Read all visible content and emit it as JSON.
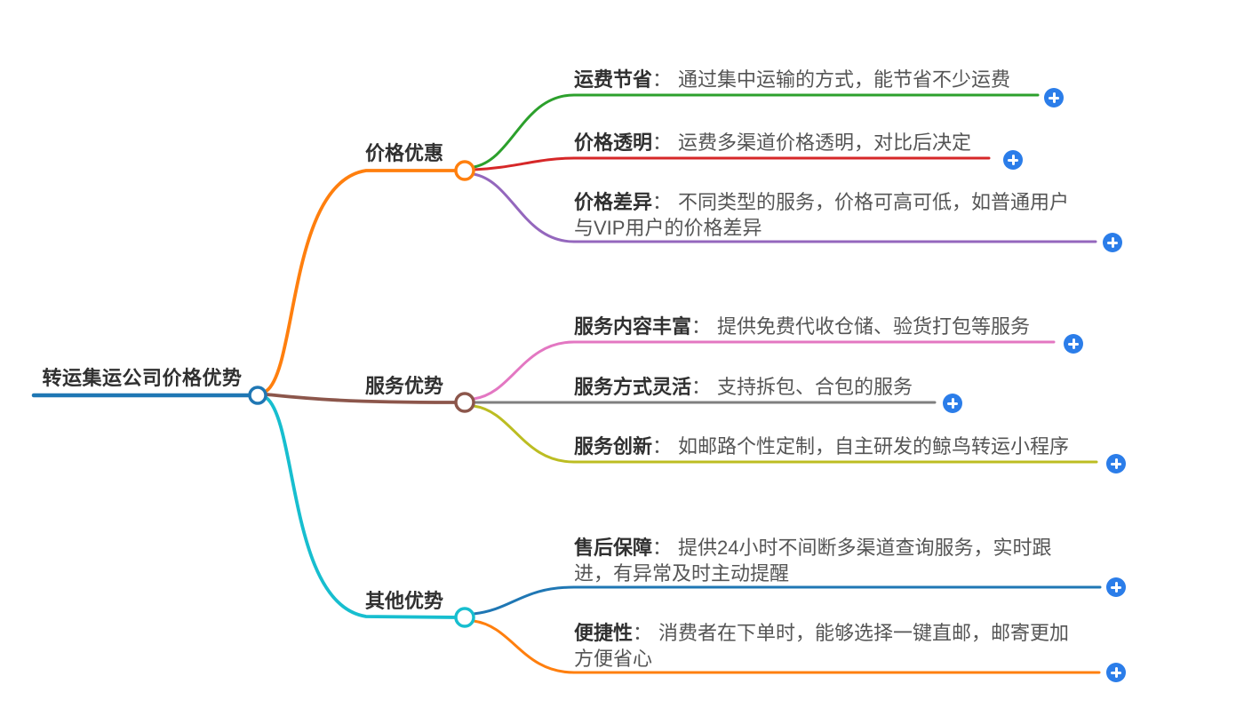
{
  "root": {
    "label": "转运集运公司价格优势",
    "color": "#1f77b4"
  },
  "strings": {
    "colon": "："
  },
  "ui": {
    "plus_button_color": "#2b7de9",
    "plus_icon": "plus",
    "background_color": "#ffffff"
  },
  "branches": [
    {
      "label": "价格优惠",
      "color": "#ff7f0e",
      "children": [
        {
          "label": "运费节省",
          "text": "通过集中运输的方式，能节省不少运费",
          "color": "#2ca02c"
        },
        {
          "label": "价格透明",
          "text": "运费多渠道价格透明，对比后决定",
          "color": "#d62728"
        },
        {
          "label": "价格差异",
          "text": "不同类型的服务，价格可高可低，如普通用户与VIP用户的价格差异",
          "color": "#9467bd"
        }
      ]
    },
    {
      "label": "服务优势",
      "color": "#8c564b",
      "children": [
        {
          "label": "服务内容丰富",
          "text": "提供免费代收仓储、验货打包等服务",
          "color": "#e377c2"
        },
        {
          "label": "服务方式灵活",
          "text": "支持拆包、合包的服务",
          "color": "#7f7f7f"
        },
        {
          "label": "服务创新",
          "text": "如邮路个性定制，自主研发的鲸鸟转运小程序",
          "color": "#bcbd22"
        }
      ]
    },
    {
      "label": "其他优势",
      "color": "#17becf",
      "children": [
        {
          "label": "售后保障",
          "text": "提供24小时不间断多渠道查询服务，实时跟进，有异常及时主动提醒",
          "color": "#1f77b4"
        },
        {
          "label": "便捷性",
          "text": "消费者在下单时，能够选择一键直邮，邮寄更加方便省心",
          "color": "#ff7f0e"
        }
      ]
    }
  ]
}
